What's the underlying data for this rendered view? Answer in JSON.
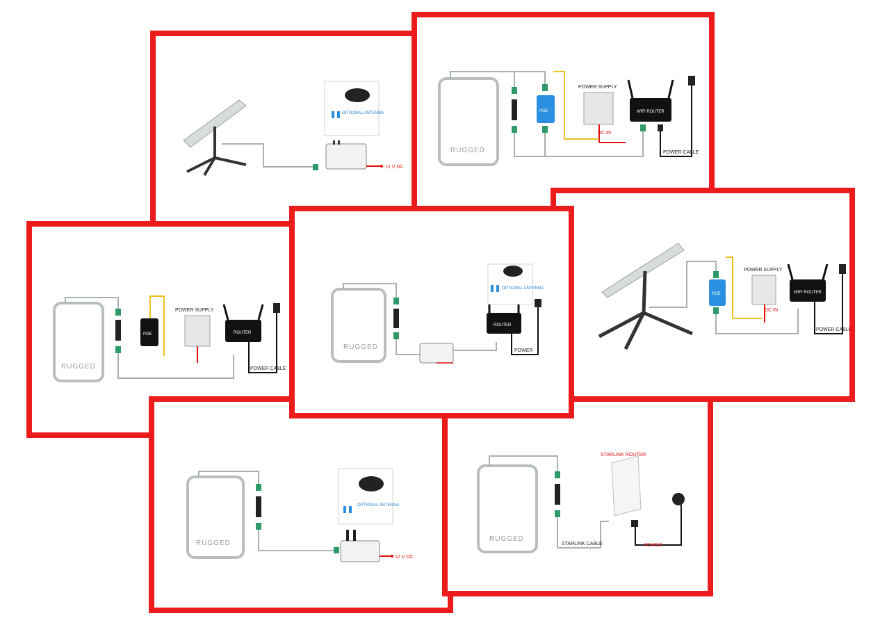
{
  "panels": {
    "p1": {
      "dc_label": "12 V DC",
      "antenna_label": "OPTIONAL ANTENNA"
    },
    "p2": {
      "rugged": "RUGGED",
      "coupler_label": "",
      "power_supply": "POWER SUPPLY",
      "router": "WIFI ROUTER",
      "poe": "POE",
      "dc_in": "DC IN",
      "power_cable": "POWER CABLE"
    },
    "p3": {
      "rugged": "RUGGED",
      "poe": "POE",
      "power_supply": "POWER SUPPLY",
      "router": "ROUTER",
      "power_cable": "POWER CABLE"
    },
    "p4": {
      "rugged": "RUGGED",
      "antenna_label": "OPTIONAL ANTENNA",
      "router": "ROUTER",
      "power_cable": "POWER"
    },
    "p5": {
      "poe": "POE",
      "power_supply": "POWER SUPPLY",
      "router": "WIFI ROUTER",
      "dc_in": "DC IN",
      "power_cable": "POWER CABLE"
    },
    "p6": {
      "rugged": "RUGGED",
      "antenna_label": "OPTIONAL ANTENNA",
      "dc_label": "12 V DC"
    },
    "p7": {
      "rugged": "RUGGED",
      "router_label": "STARLINK ROUTER",
      "cable_label": "STARLINK CABLE",
      "power_label": "POWER"
    }
  },
  "colors": {
    "frame": "#ec1c1c",
    "connector": "#2e9a6a",
    "poe_blue": "#2a8fe0",
    "wire_gray": "#a8b0b0",
    "wire_red": "#e01010",
    "wire_yellow": "#f0c020"
  }
}
